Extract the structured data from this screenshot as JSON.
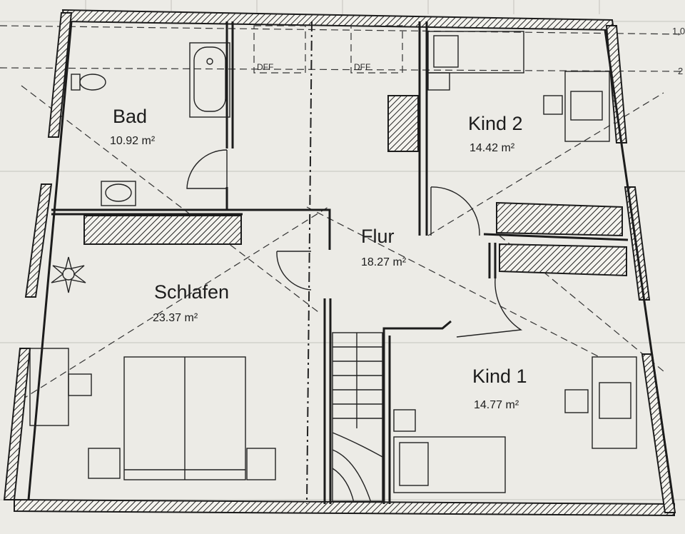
{
  "rooms": [
    {
      "name": "Bad",
      "area": "10.92 m²"
    },
    {
      "name": "Kind 2",
      "area": "14.42 m²"
    },
    {
      "name": "Flur",
      "area": "18.27 m²"
    },
    {
      "name": "Schlafen",
      "area": "23.37 m²"
    },
    {
      "name": "Kind 1",
      "area": "14.77 m²"
    }
  ],
  "skylights": [
    {
      "label": "DFF"
    },
    {
      "label": "DFF"
    }
  ],
  "edge_labels": [
    "1,0",
    "2"
  ]
}
